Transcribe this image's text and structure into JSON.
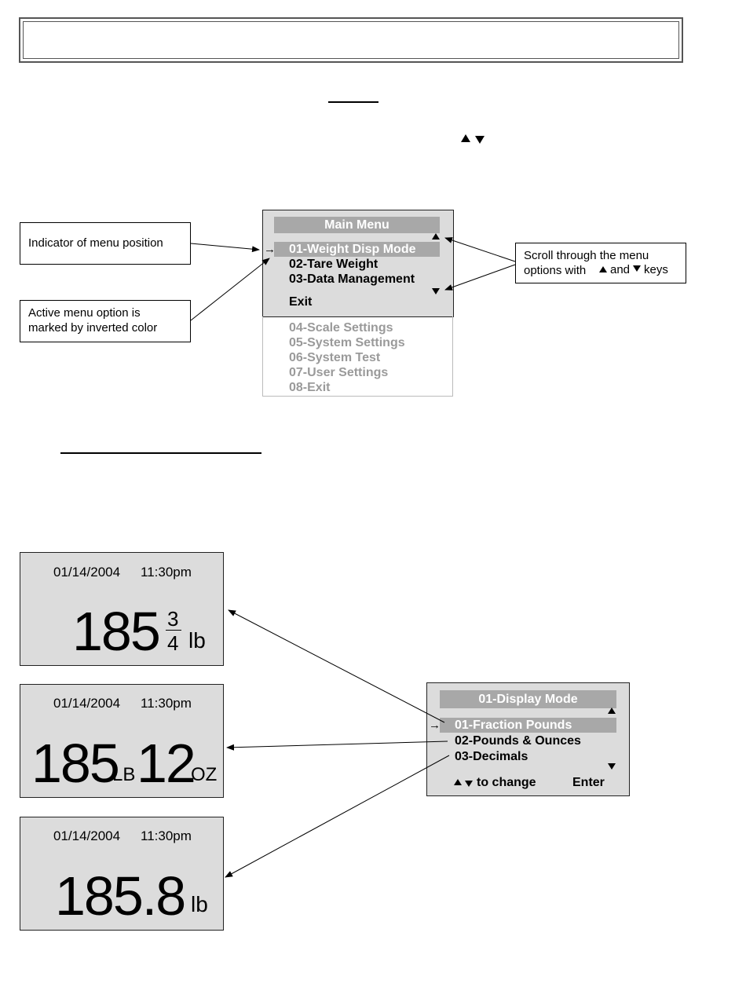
{
  "callouts": {
    "indicator": "Indicator of menu position",
    "active": "Active menu option is marked by inverted color",
    "scroll_pre": "Scroll through the menu options with",
    "scroll_and": "and",
    "scroll_keys": "keys"
  },
  "main_menu": {
    "title": "Main Menu",
    "selected": "01-Weight Disp Mode",
    "items": [
      "02-Tare Weight",
      "03-Data Management"
    ],
    "exit": "Exit",
    "hidden_items": [
      "04-Scale Settings",
      "05-System Settings",
      "06-System Test",
      "07-User Settings",
      "08-Exit"
    ]
  },
  "indicator_glyph": "→",
  "displays": {
    "date": "01/14/2004",
    "time": "11:30pm",
    "fraction": {
      "whole": "185",
      "num": "3",
      "den": "4",
      "unit": "lb"
    },
    "pounds_ounces": {
      "lb_value": "185",
      "lb_unit": "LB",
      "oz_value": "12",
      "oz_unit": "OZ"
    },
    "decimal": {
      "value": "185.8",
      "unit": "lb"
    }
  },
  "display_mode_menu": {
    "title": "01-Display Mode",
    "selected": "01-Fraction Pounds",
    "items": [
      "02-Pounds & Ounces",
      "03-Decimals"
    ],
    "change_hint": "to change",
    "enter": "Enter"
  },
  "colors": {
    "lcd_bg": "#dcdcdc",
    "highlight": "#a8a8a8",
    "disabled_text": "#9a9a9a"
  },
  "icons": [
    "up-triangle-icon",
    "down-triangle-icon",
    "right-arrow-icon"
  ]
}
